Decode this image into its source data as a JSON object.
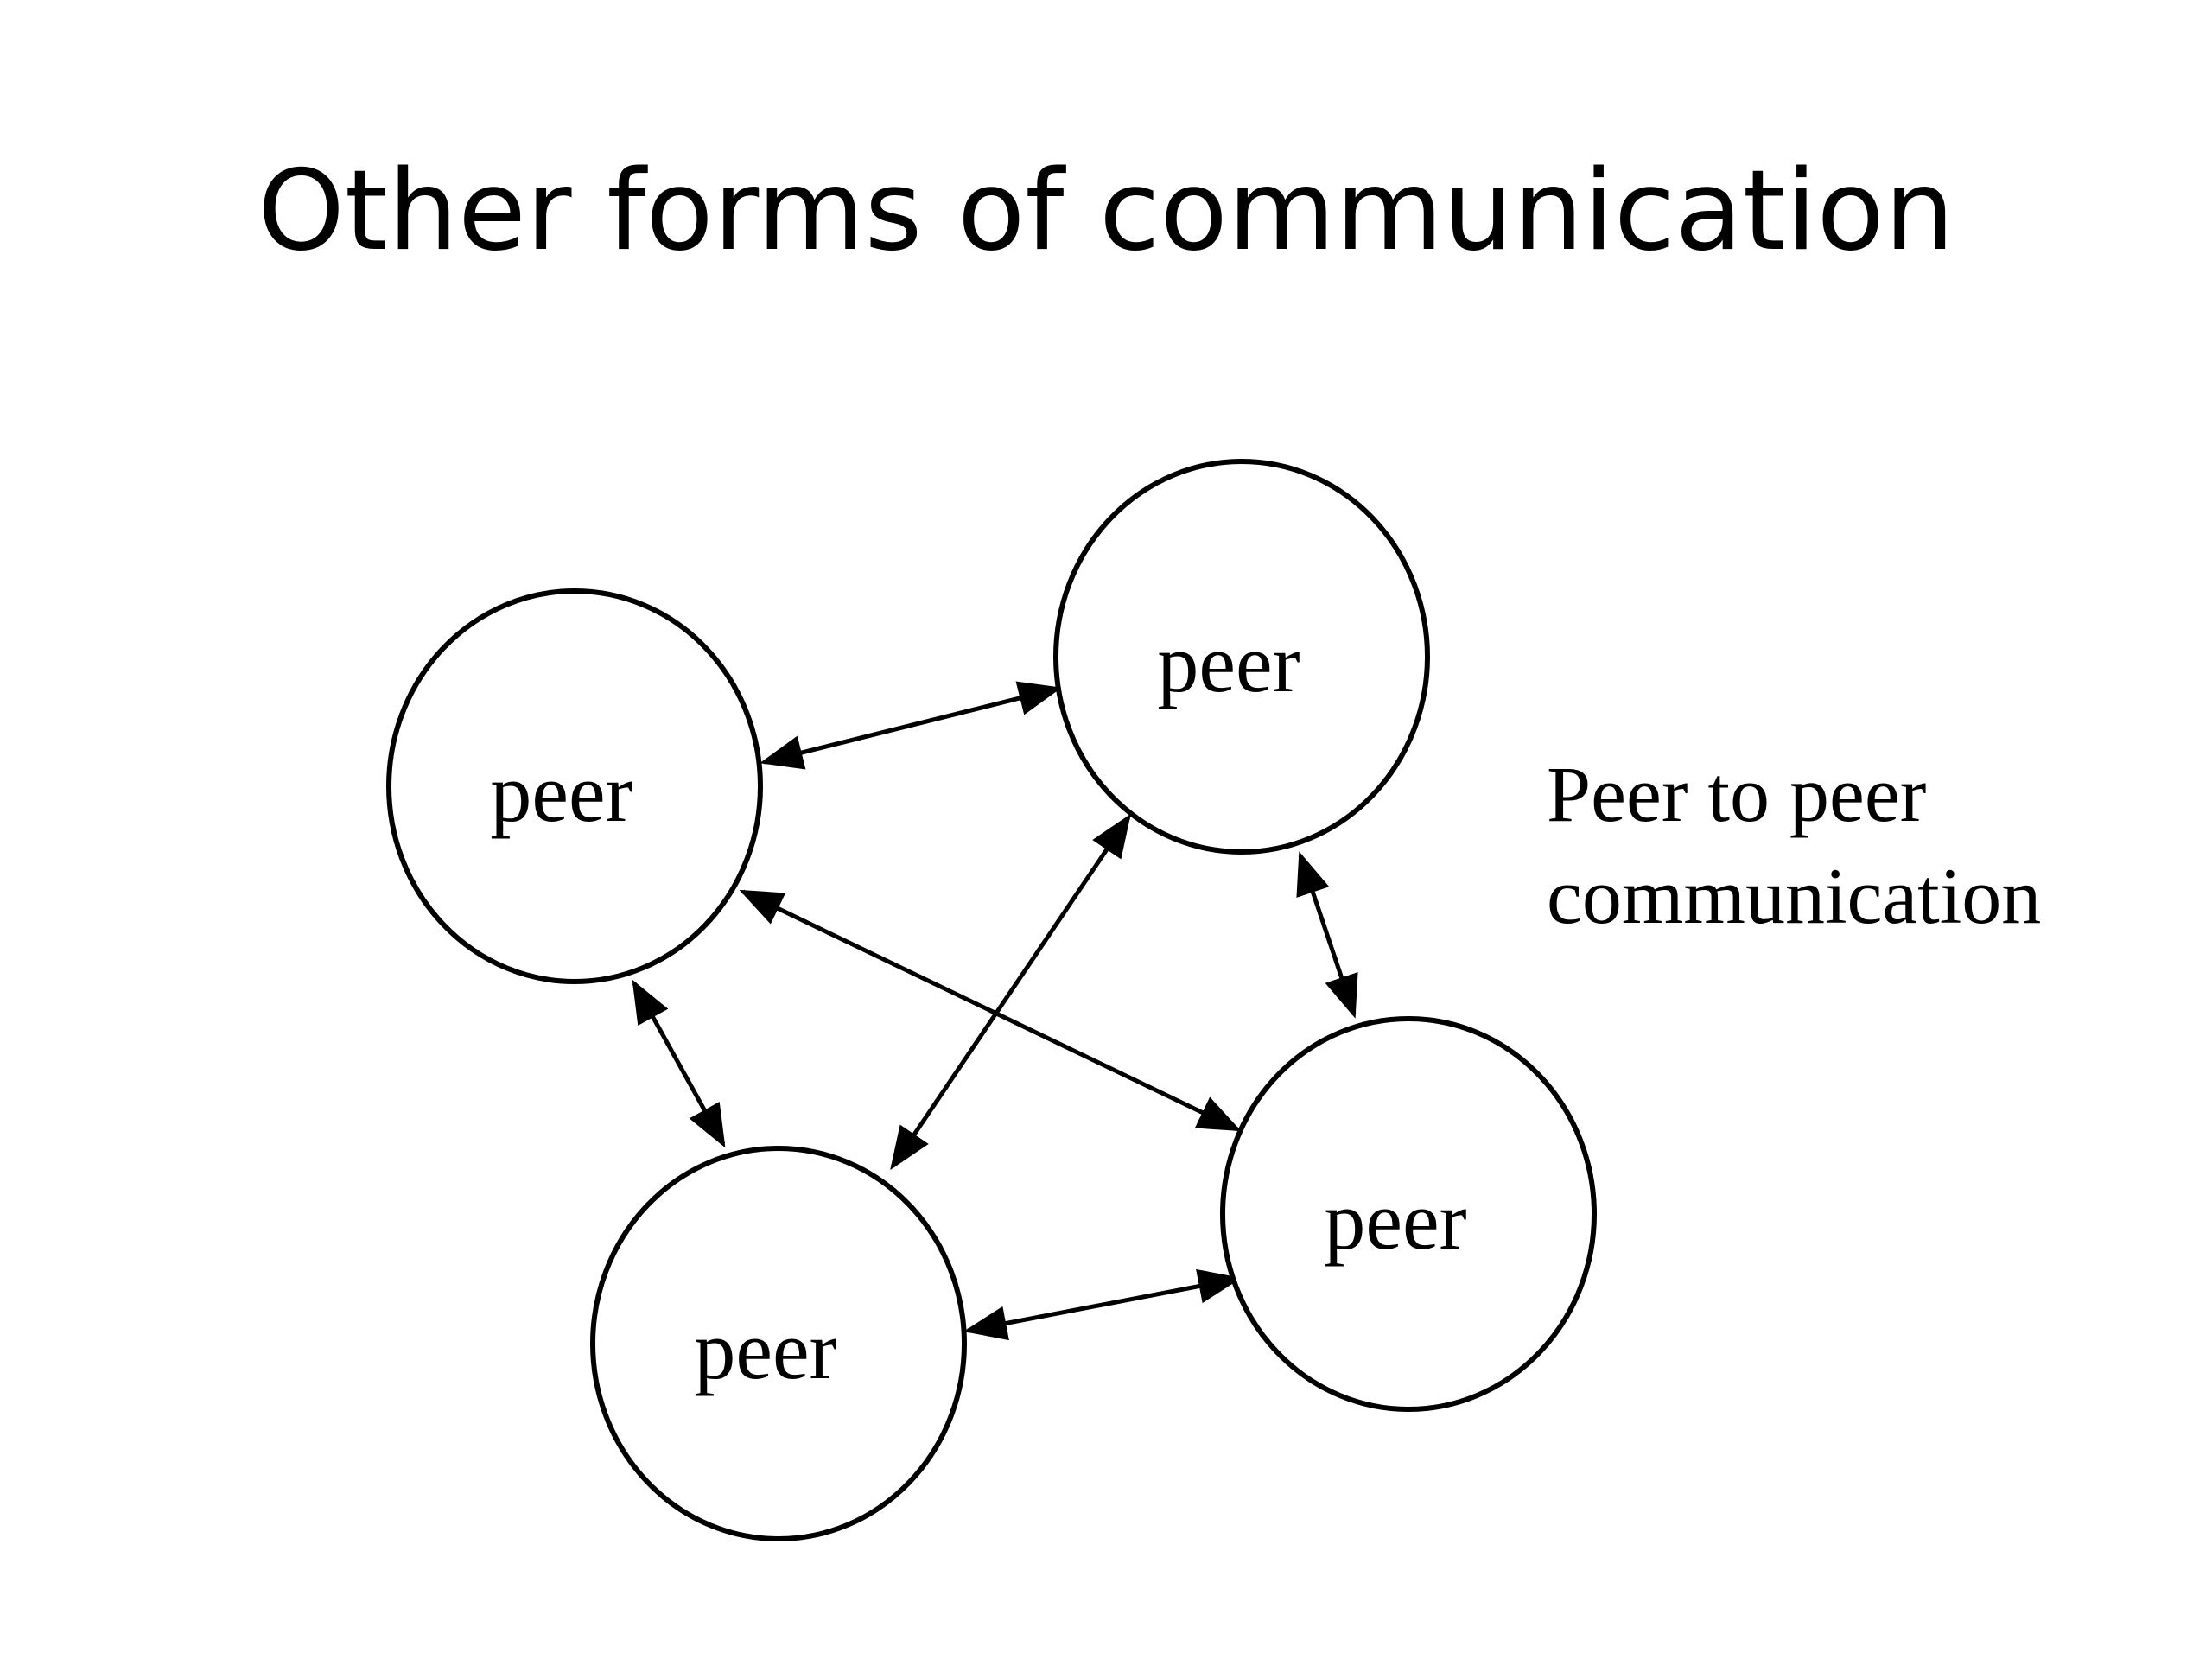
{
  "slide": {
    "title": "Other forms of communication",
    "caption_lines": [
      "Peer to peer",
      "communication"
    ]
  },
  "diagram": {
    "nodes": [
      {
        "id": "peer-top-left",
        "label": "peer"
      },
      {
        "id": "peer-top-right",
        "label": "peer"
      },
      {
        "id": "peer-bottom-left",
        "label": "peer"
      },
      {
        "id": "peer-bottom-right",
        "label": "peer"
      }
    ],
    "edges": [
      {
        "from": "peer-top-left",
        "to": "peer-top-right",
        "direction": "both"
      },
      {
        "from": "peer-top-left",
        "to": "peer-bottom-left",
        "direction": "both"
      },
      {
        "from": "peer-top-left",
        "to": "peer-bottom-right",
        "direction": "both"
      },
      {
        "from": "peer-top-right",
        "to": "peer-bottom-left",
        "direction": "both"
      },
      {
        "from": "peer-top-right",
        "to": "peer-bottom-right",
        "direction": "both"
      },
      {
        "from": "peer-bottom-left",
        "to": "peer-bottom-right",
        "direction": "both"
      }
    ],
    "colors": {
      "stroke": "#000000",
      "background": "#ffffff"
    }
  }
}
